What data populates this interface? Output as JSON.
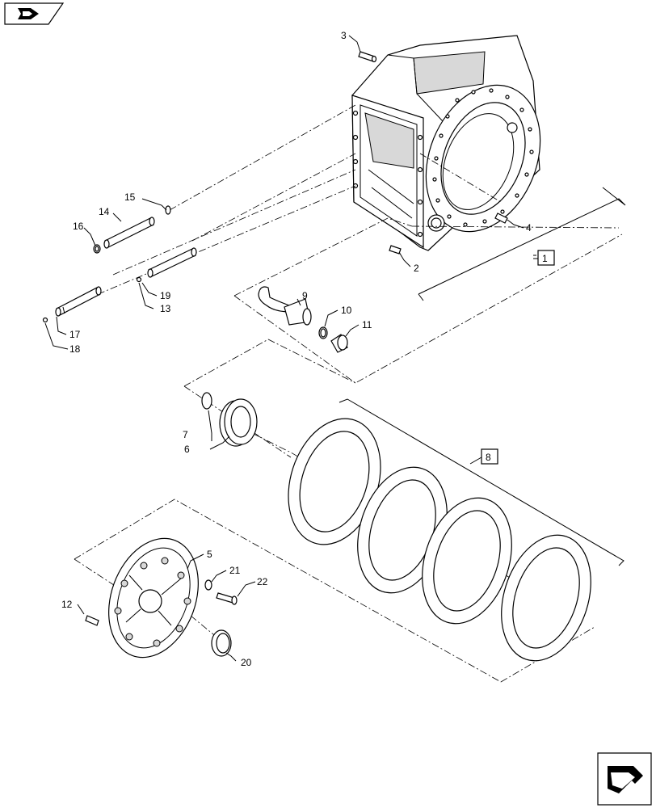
{
  "callouts": [
    "1",
    "2",
    "3",
    "4",
    "5",
    "6",
    "7",
    "8",
    "9",
    "10",
    "11",
    "12",
    "13",
    "14",
    "15",
    "16",
    "17",
    "18",
    "19",
    "20",
    "21",
    "22"
  ],
  "nav": {
    "top_icon": "prev-arrow-icon",
    "bottom_icon": "next-arrow-icon"
  }
}
